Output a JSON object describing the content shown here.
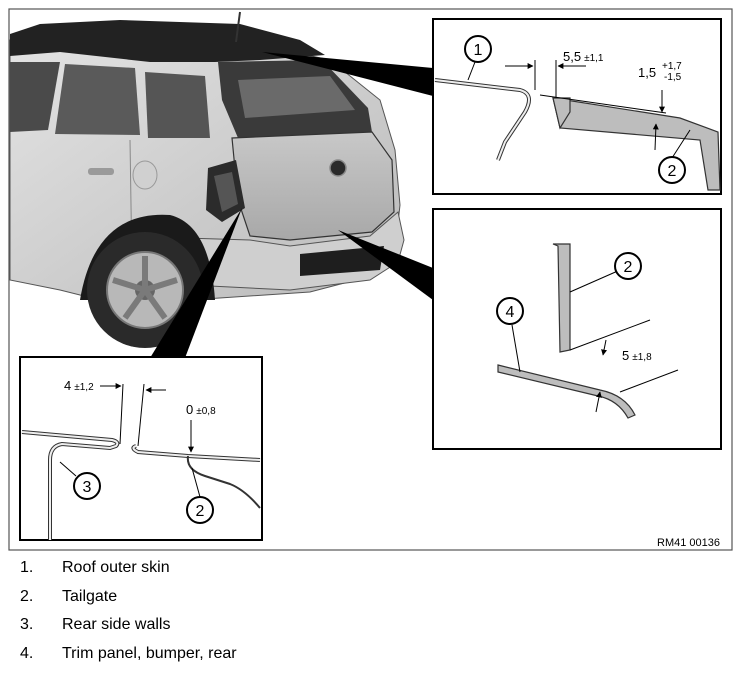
{
  "figure": {
    "reference_code": "RM41 00136",
    "callouts": [
      "1",
      "2",
      "3",
      "4"
    ],
    "dimensions": {
      "roof_gap": "5,5",
      "roof_gap_tol": "±1,1",
      "roof_flush": "1,5",
      "roof_flush_tol_upper": "+1,7",
      "roof_flush_tol_lower": "-1,5",
      "bumper_gap": "5",
      "bumper_gap_tol": "±1,8",
      "side_gap": "4",
      "side_gap_tol": "±1,2",
      "side_flush": "0",
      "side_flush_tol": "±0,8"
    }
  },
  "legend": [
    {
      "number": "1.",
      "text": "Roof outer skin"
    },
    {
      "number": "2.",
      "text": "Tailgate"
    },
    {
      "number": "3.",
      "text": "Rear side walls"
    },
    {
      "number": "4.",
      "text": "Trim panel, bumper, rear"
    }
  ]
}
